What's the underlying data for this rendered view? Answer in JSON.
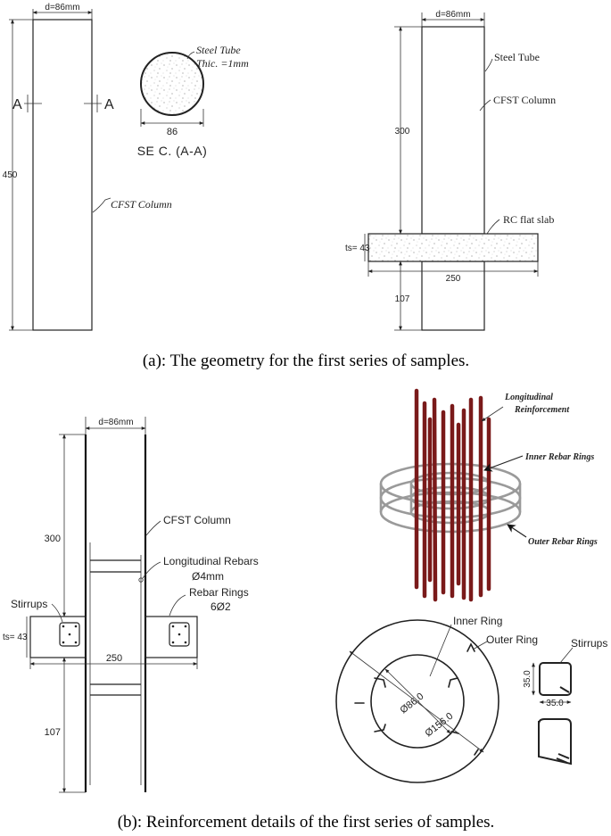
{
  "panel_a": {
    "left": {
      "width_label": "d=86mm",
      "height_label": "450",
      "section_mark_left": "A",
      "section_mark_right": "A",
      "column_label": "CFST Column"
    },
    "section": {
      "tube_label_1": "Steel Tube",
      "tube_label_2": "Thic. =1mm",
      "diameter_label": "86",
      "section_title": "SE C. (A-A)"
    },
    "right": {
      "width_label": "d=86mm",
      "tube_label": "Steel Tube",
      "column_label": "CFST Column",
      "upper_height": "300",
      "slab_label": "RC flat slab",
      "slab_thickness": "ts= 43",
      "slab_width": "250",
      "lower_height": "107"
    },
    "caption": "(a): The geometry for the first series of samples."
  },
  "panel_b": {
    "left": {
      "width_label": "d=86mm",
      "upper_height": "300",
      "column_label": "CFST Column",
      "rebar_label_1": "Longitudinal Rebars",
      "rebar_label_2": "Ø4mm",
      "stirrups_label": "Stirrups",
      "rings_label_1": "Rebar Rings",
      "rings_label_2": "6Ø2",
      "slab_thickness": "ts= 43",
      "slab_width": "250",
      "lower_height": "107"
    },
    "iso": {
      "long_label_1": "Longitudinal",
      "long_label_2": "Reinforcement",
      "inner_label": "Inner Rebar Rings",
      "outer_label": "Outer Rebar Rings"
    },
    "plan": {
      "inner_ring_label": "Inner Ring",
      "outer_ring_label": "Outer Ring",
      "stirrups_label": "Stirrups",
      "inner_dia": "Ø86.0",
      "outer_dia": "Ø156.0",
      "stirrup_h": "35.0",
      "stirrup_w": "35.0"
    },
    "caption": "(b): Reinforcement details of the first series of samples."
  },
  "colors": {
    "rebar": "#7a1a1a",
    "rebar_dark": "#4a0d0d",
    "ring": "#9a9a9a",
    "concrete_speckle": "#8a8a8a"
  }
}
